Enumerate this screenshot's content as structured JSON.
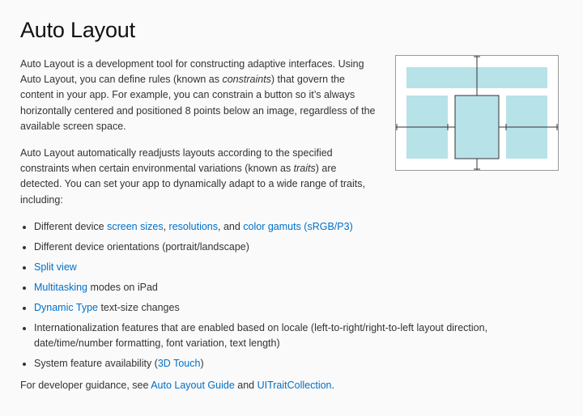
{
  "title": "Auto Layout",
  "intro": {
    "p1_a": "Auto Layout is a development tool for constructing adaptive interfaces. Using Auto Layout, you can define rules (known as ",
    "p1_em": "constraints",
    "p1_b": ") that govern the content in your app. For example, you can constrain a button so it’s always horizontally centered and positioned 8 points below an image, regardless of the available screen space."
  },
  "para2": {
    "a": "Auto Layout automatically readjusts layouts according to the specified constraints when certain environmental variations (known as ",
    "em": "traits",
    "b": ") are detected. You can set your app to dynamically adapt to a wide range of traits, including:"
  },
  "traits": {
    "item1": {
      "prefix": "Different device ",
      "link1": "screen sizes",
      "sep1": ", ",
      "link2": "resolutions",
      "sep2": ", and ",
      "link3": "color gamuts (sRGB/P3)"
    },
    "item2": {
      "text": "Different device orientations (portrait/landscape)"
    },
    "item3": {
      "link": "Split view"
    },
    "item4": {
      "link": "Multitasking",
      "suffix": " modes on iPad"
    },
    "item5": {
      "link": "Dynamic Type",
      "suffix": " text-size changes"
    },
    "item6": {
      "text": "Internationalization features that are enabled based on locale (left-to-right/right-to-left layout direction, date/time/number formatting, font variation, text length)"
    },
    "item7": {
      "prefix": "System feature availability (",
      "link": "3D Touch",
      "suffix": ")"
    }
  },
  "footer": {
    "prefix": "For developer guidance, see ",
    "link1": "Auto Layout Guide",
    "mid": " and ",
    "link2": "UITraitCollection",
    "suffix": "."
  },
  "colors": {
    "link": "#0070c9",
    "text": "#333333",
    "diagram_fill": "#b7e2e8",
    "diagram_stroke": "#555555"
  }
}
